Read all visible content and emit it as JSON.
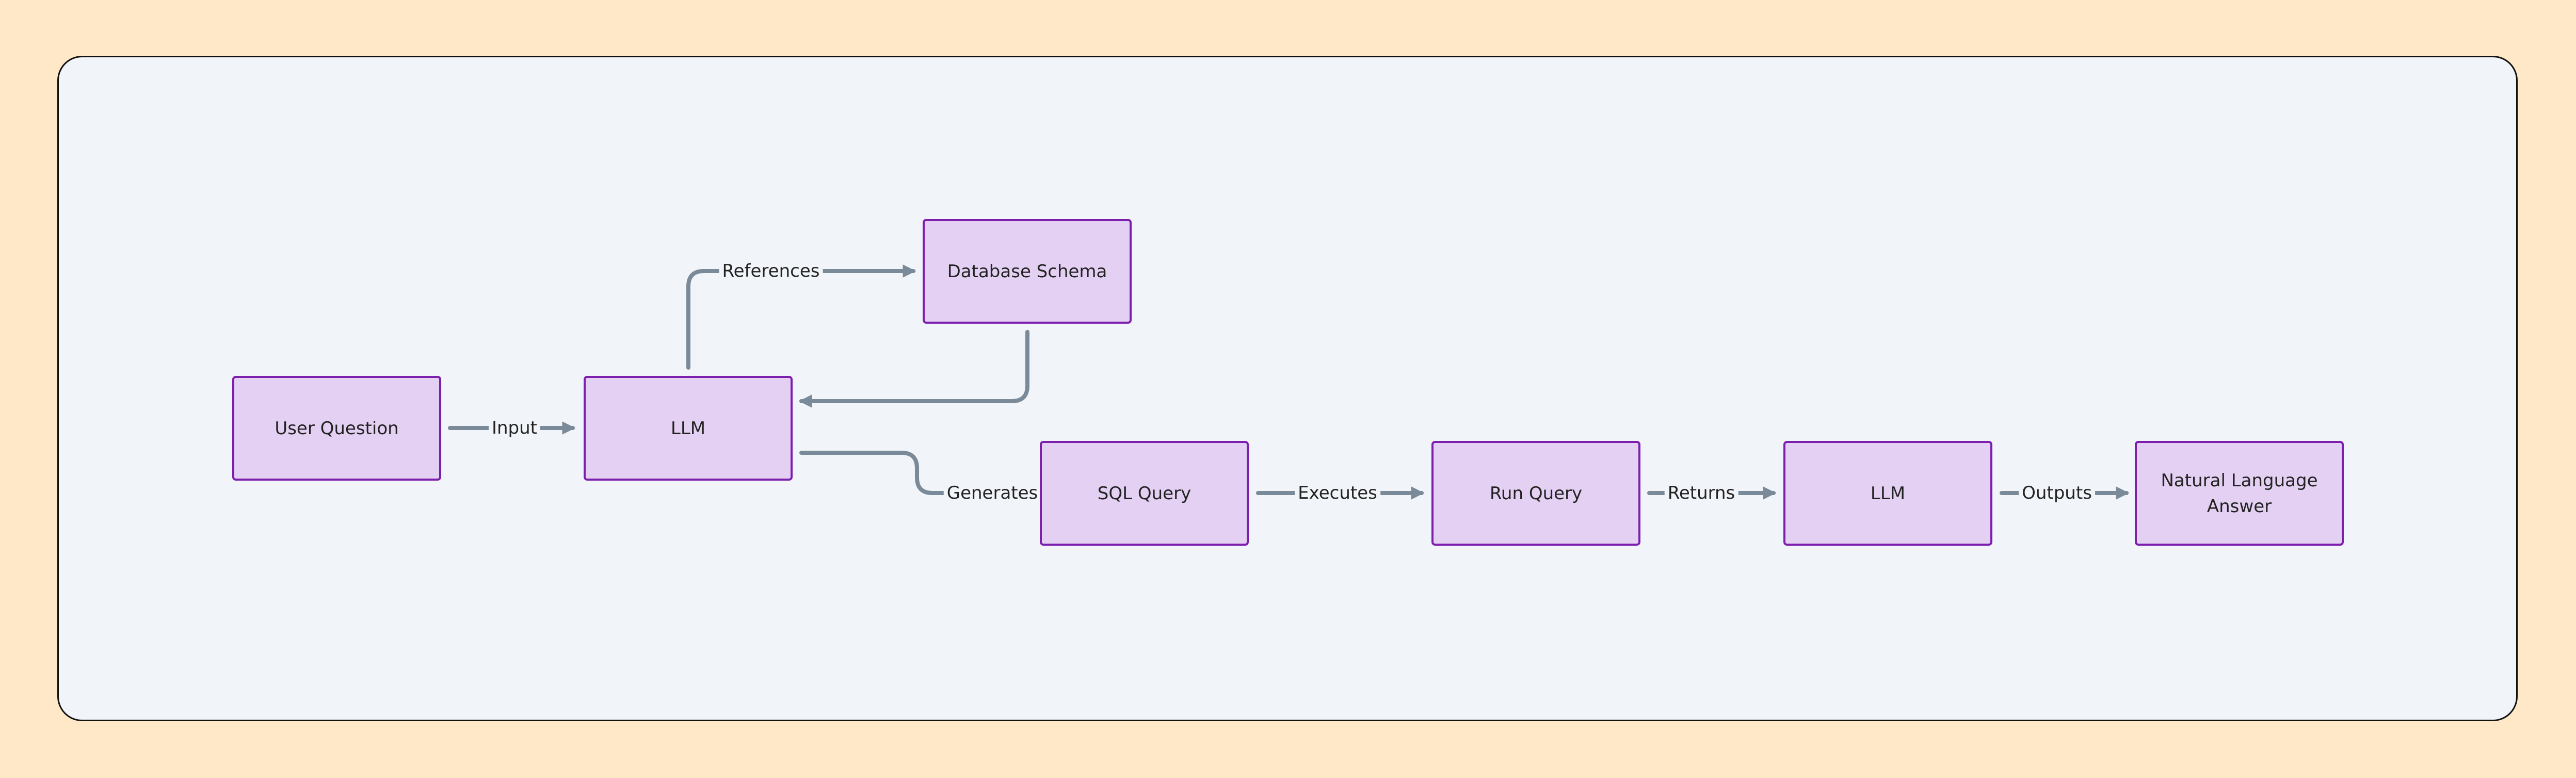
{
  "nodes": {
    "user_question": "User Question",
    "llm_1": "LLM",
    "database_schema": "Database Schema",
    "sql_query": "SQL Query",
    "run_query": "Run Query",
    "llm_2": "LLM",
    "natural_language_answer": "Natural Language Answer"
  },
  "edges": {
    "input": "Input",
    "references": "References",
    "generates": "Generates",
    "executes": "Executes",
    "returns": "Returns",
    "outputs": "Outputs"
  },
  "colors": {
    "node_fill": "#e4d0f3",
    "node_border": "#7d1fae",
    "edge": "#7b8a98",
    "canvas": "#f1f4f8",
    "background": "#ffe8c8"
  }
}
